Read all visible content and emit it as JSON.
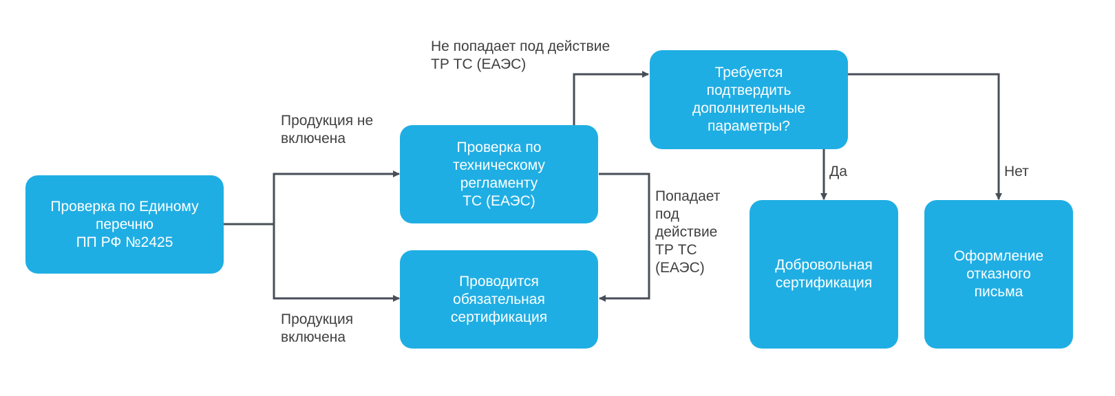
{
  "colors": {
    "node_fill": "#1faee3",
    "node_text": "#ffffff",
    "edge": "#474e57",
    "label_text": "#404040"
  },
  "nodes": {
    "unified_list_check": "Проверка по Единому\nперечню\nПП РФ №2425",
    "tech_reg_check": "Проверка по\nтехническому\nрегламенту\nТС (ЕАЭС)",
    "mandatory_cert": "Проводится\nобязательная\nсертификация",
    "extra_params_question": "Требуется\nподтвердить\nдополнительные\nпараметры?",
    "voluntary_cert": "Добровольная\nсертификация",
    "refusal_letter": "Оформление\nотказного\nписьма"
  },
  "edge_labels": {
    "not_included": "Продукция не\nвключена",
    "included": "Продукция\nвключена",
    "not_under_tr": "Не попадает под действие\nТР ТС (ЕАЭС)",
    "under_tr": "Попадает\nпод\nдействие\nТР ТС\n(ЕАЭС)",
    "yes": "Да",
    "no": "Нет"
  }
}
